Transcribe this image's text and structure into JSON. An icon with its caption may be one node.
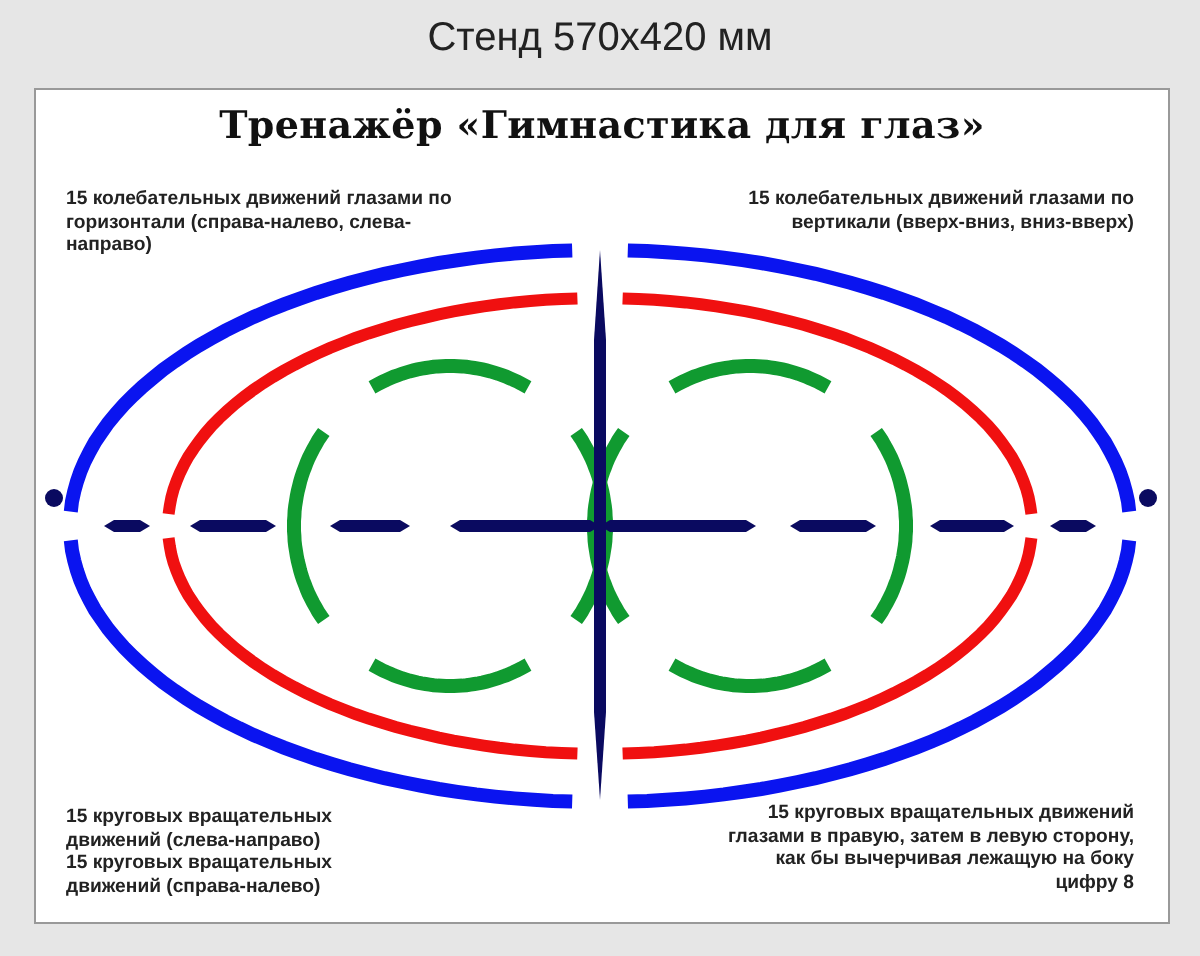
{
  "diagram": {
    "title": "Тренажёр «Гимнастика для глаз»",
    "labels": [
      "Стенд 570x420 мм",
      "15 колебательных движений глазами по горизонтали (справа-налево, слева-направо)",
      "15 колебательных движений глазами по вертикали (вверх-вниз, вниз-вверх)",
      "15 круговых вращательных движений (слева-направо)",
      "15 круговых вращательных движений (справа-налево)",
      "15 круговых вращательных движений глазами в правую, затем в левую сторону, как бы вычерчивая лежащую на боку цифру 8"
    ]
  }
}
